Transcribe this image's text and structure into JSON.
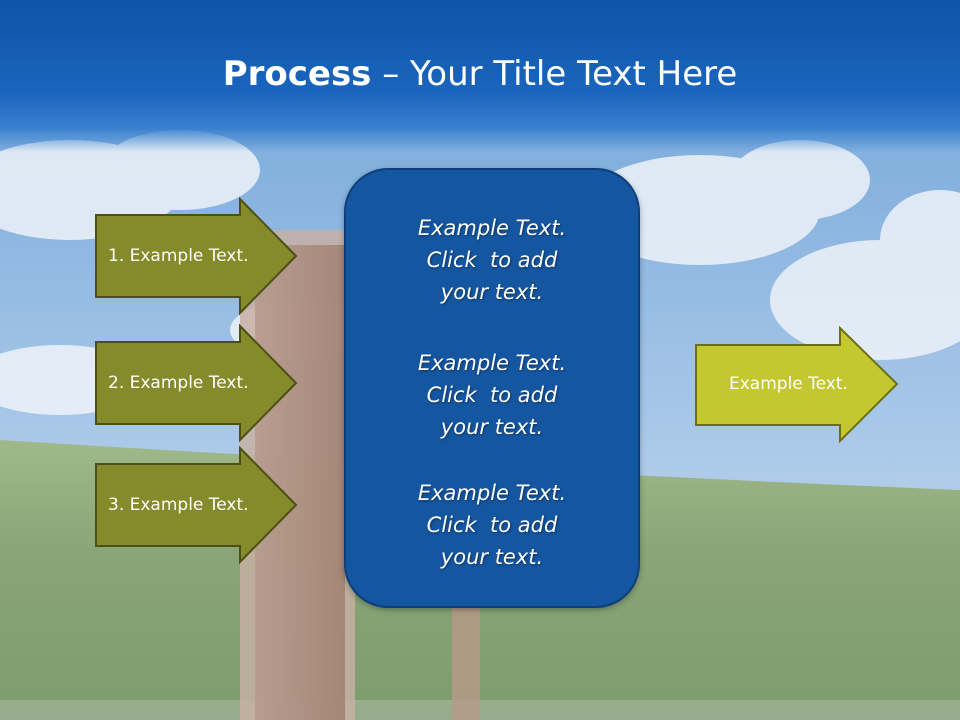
{
  "title": {
    "bold": "Process",
    "rest": " – Your Title Text Here"
  },
  "left_arrows": [
    {
      "label": "1. Example Text."
    },
    {
      "label": "2. Example Text."
    },
    {
      "label": "3. Example Text."
    }
  ],
  "center_box": {
    "blocks": [
      {
        "lines": [
          "Example Text.",
          "Click  to add",
          "your text."
        ]
      },
      {
        "lines": [
          "Example Text.",
          "Click  to add",
          "your text."
        ]
      },
      {
        "lines": [
          "Example Text.",
          "Click  to add",
          "your text."
        ]
      }
    ]
  },
  "right_arrow": {
    "label": "Example Text."
  },
  "colors": {
    "title_bar": "#1a64bd",
    "left_arrow_fill": "#858a2a",
    "right_arrow_fill": "#c3c831",
    "center_box_fill": "#1556a0"
  }
}
